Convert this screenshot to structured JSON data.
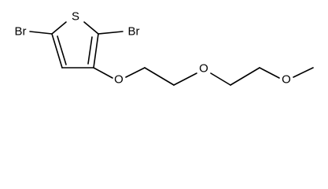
{
  "structure": {
    "atoms": {
      "sulfur": "S",
      "bromine_left": "Br",
      "bromine_right": "Br",
      "oxygen_aryl_ether": "O",
      "oxygen_middle_ether": "O",
      "oxygen_methoxy": "O"
    },
    "colors": {
      "bond": "#000000",
      "label": "#000000",
      "background": "#ffffff"
    }
  }
}
